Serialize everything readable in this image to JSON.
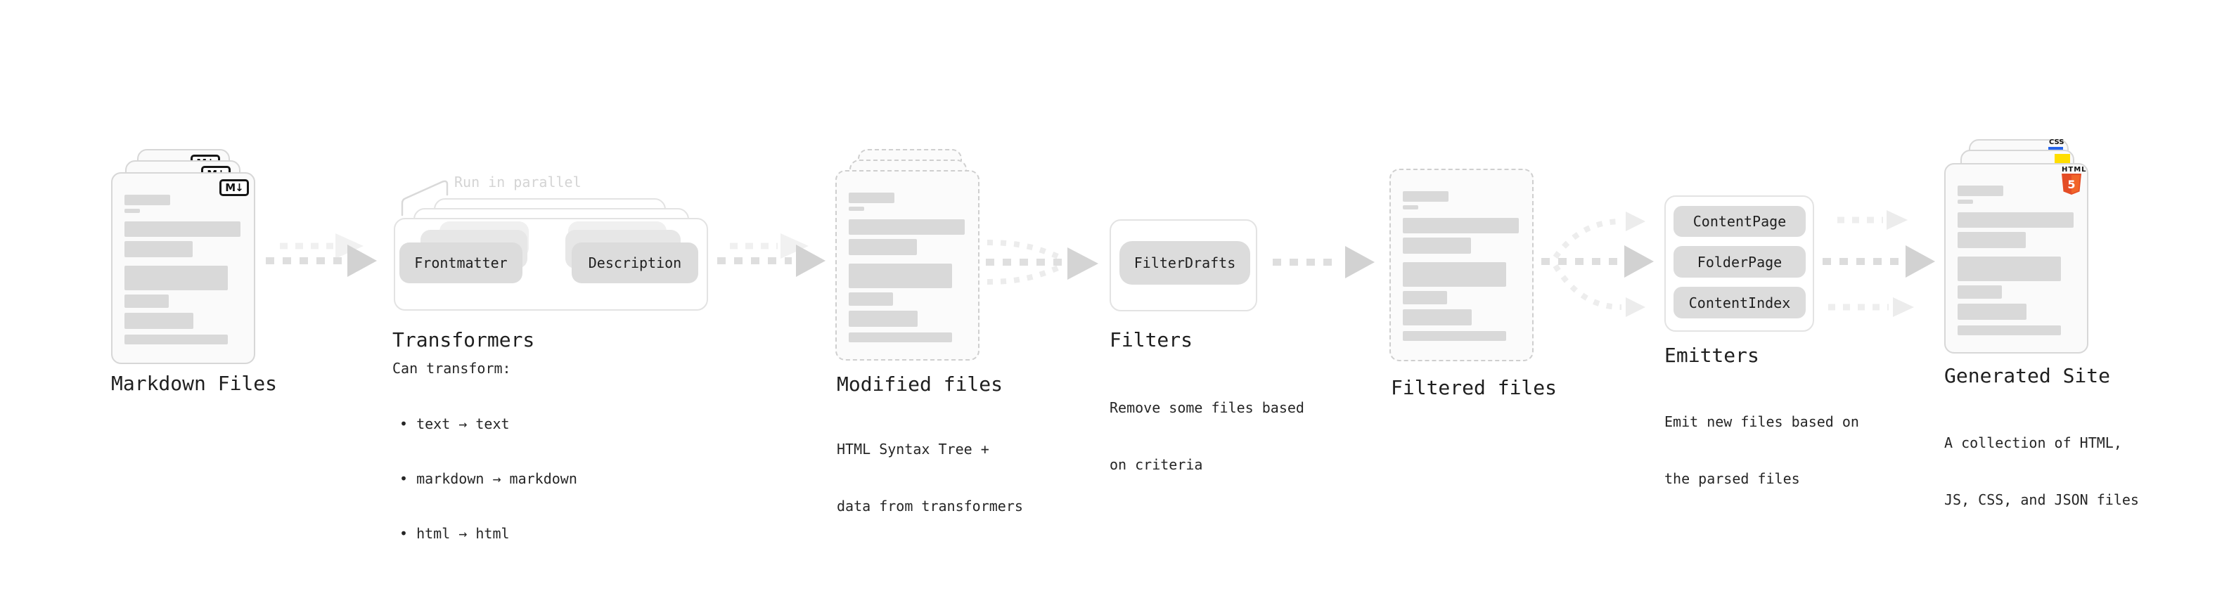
{
  "diagram": {
    "stages": {
      "markdown_files": {
        "label": "Markdown Files",
        "badge": "M↓"
      },
      "transformers": {
        "label": "Transformers",
        "callout": "Run in parallel",
        "nodes": [
          "Frontmatter",
          "Description"
        ],
        "note_heading": "Can transform:",
        "bullets": [
          "• text → text",
          "• markdown → markdown",
          "• html → html"
        ]
      },
      "modified_files": {
        "label": "Modified files",
        "subtitle_lines": [
          "HTML Syntax Tree +",
          "data from transformers"
        ]
      },
      "filters": {
        "label": "Filters",
        "nodes": [
          "FilterDrafts"
        ],
        "subtitle_lines": [
          "Remove some files based",
          "on criteria"
        ]
      },
      "filtered_files": {
        "label": "Filtered files"
      },
      "emitters": {
        "label": "Emitters",
        "nodes": [
          "ContentPage",
          "FolderPage",
          "ContentIndex"
        ],
        "subtitle_lines": [
          "Emit new files based on",
          "the parsed files"
        ]
      },
      "generated_site": {
        "label": "Generated Site",
        "subtitle_lines": [
          "A collection of HTML,",
          "JS, CSS, and JSON files"
        ],
        "badges": {
          "css_label": "CSS",
          "html_label": "HTML",
          "html5_number": "5"
        }
      }
    },
    "colors": {
      "ink": "#1f1f1f",
      "callout_muted": "#d4d4d4",
      "placeholder_bar": "#d9d9d9",
      "node_fill": "#dcdcdc",
      "arrow_dash": "#dedede",
      "arrow_head": "#d2d2d2",
      "html5_orange": "#e44d26",
      "js_yellow": "#ffde00",
      "css_blue": "#2563eb"
    }
  }
}
